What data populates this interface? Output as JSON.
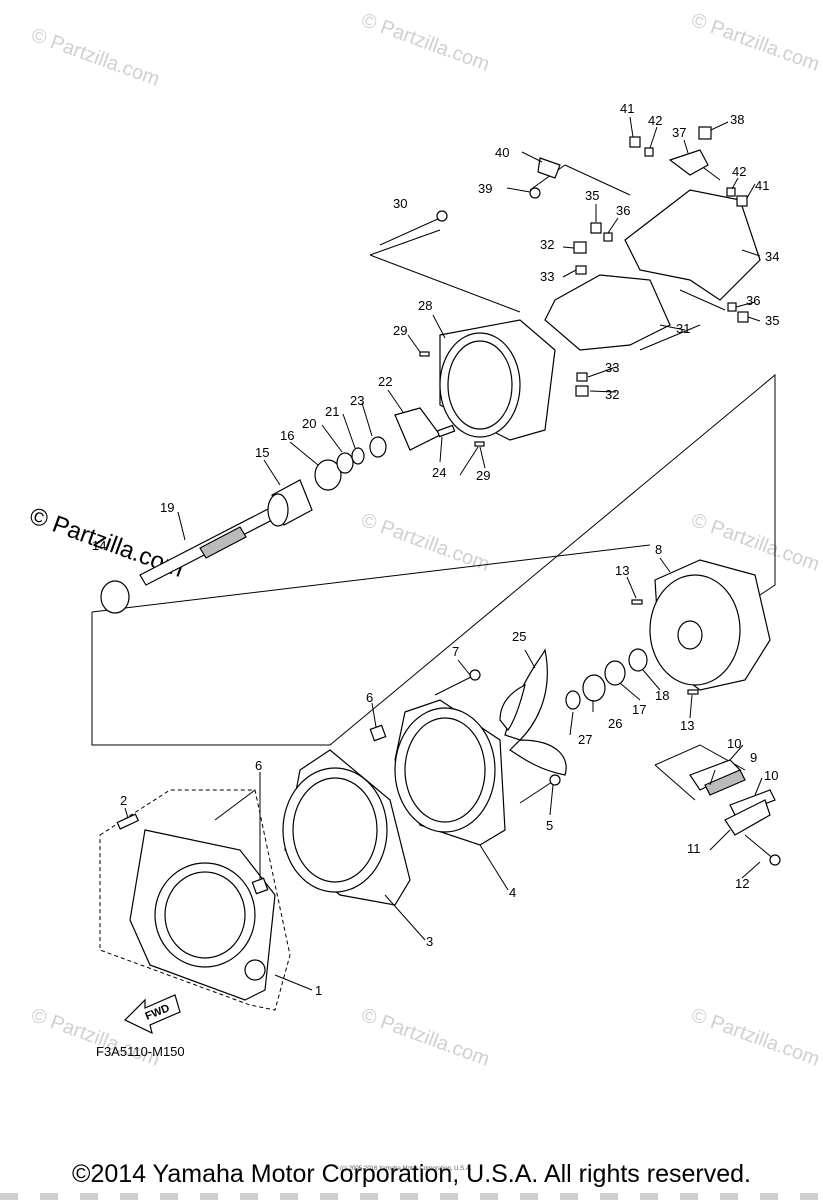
{
  "watermark": {
    "text": "© Partzilla.com",
    "big_text": "© Partzilla.com"
  },
  "diagram": {
    "code": "F3A5110-M150",
    "fwd_label": "FWD",
    "small_credit": "(c) 2005-2016 Yamaha Motor Corporation, U.S.A.",
    "callouts": [
      "1",
      "2",
      "3",
      "4",
      "5",
      "6",
      "6",
      "7",
      "8",
      "9",
      "10",
      "10",
      "11",
      "12",
      "13",
      "13",
      "14",
      "15",
      "16",
      "17",
      "18",
      "19",
      "20",
      "21",
      "22",
      "23",
      "24",
      "25",
      "26",
      "27",
      "28",
      "29",
      "29",
      "30",
      "31",
      "32",
      "32",
      "33",
      "33",
      "34",
      "35",
      "35",
      "36",
      "36",
      "37",
      "38",
      "39",
      "40",
      "41",
      "41",
      "42",
      "42"
    ]
  },
  "footer": {
    "copyright": "©2014 Yamaha Motor Corporation, U.S.A. All rights reserved."
  }
}
